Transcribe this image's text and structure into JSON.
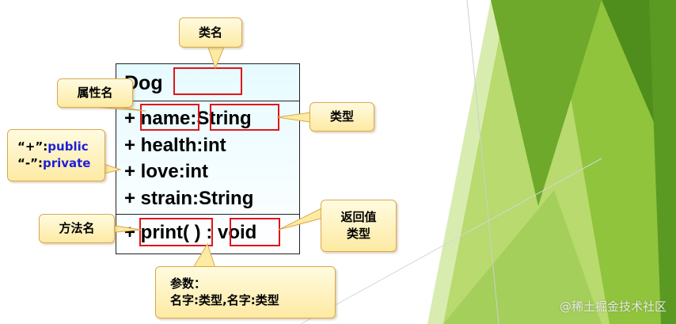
{
  "uml": {
    "class_name": "Dog",
    "attributes": [
      "+ name:String",
      "+ health:int",
      "+ love:int",
      "+ strain:String"
    ],
    "method": "+ print( ) : void"
  },
  "callouts": {
    "class_name": "类名",
    "attr_name": "属性名",
    "type": "类型",
    "visibility_public_sym": "“+”:",
    "visibility_public_word": "public",
    "visibility_private_sym": "“-”:",
    "visibility_private_word": "private",
    "method_name": "方法名",
    "return_type_line1": "返回值",
    "return_type_line2": "类型",
    "params_line1": "参数：",
    "params_line2": "名字:类型,名字:类型"
  },
  "watermark": "@稀土掘金技术社区",
  "colors": {
    "highlight": "#e0161b",
    "callout_fill": "#fdeaa3",
    "keyword_blue": "#1f1fd6",
    "green_light": "#c5e08a",
    "green_dark": "#5a9a1f"
  }
}
